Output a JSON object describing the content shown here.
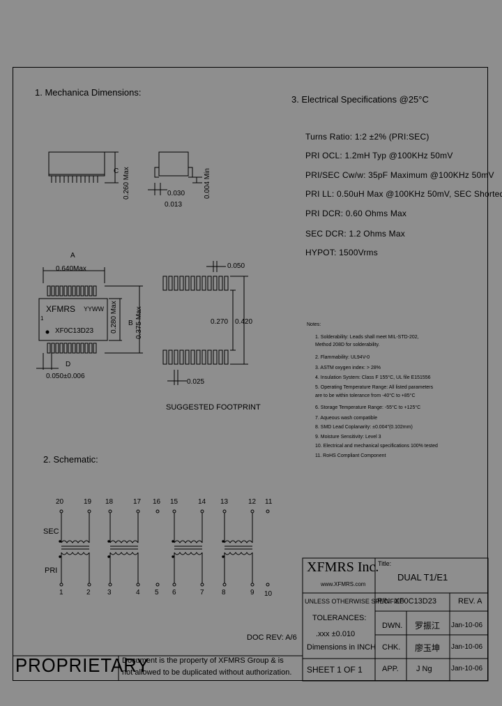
{
  "section1": {
    "title": "1. Mechanica Dimensions:",
    "dims": {
      "c": "C",
      "c_val": "0.260 Max",
      "min_val": "0.004 Min",
      "d030": "0.030",
      "d013": "0.013",
      "a": "A",
      "a_val": "0.640Max",
      "b": "B",
      "b_val": "0.280 Max",
      "b2_val": "0.375 Max",
      "d": "D",
      "d_val": "0.050±0.006",
      "brand": "XFMRS",
      "date": "YYWW",
      "part": "XF0C13D23",
      "pin1": "1"
    }
  },
  "footprint": {
    "w050": "0.050",
    "w270": "0.270",
    "w420": "0.420",
    "w025": "0.025",
    "label": "SUGGESTED FOOTPRINT"
  },
  "section3": {
    "title": "3. Electrical Specifications @25°C",
    "specs": [
      "Turns Ratio: 1:2 ±2% (PRI:SEC)",
      "PRI OCL: 1.2mH Typ @100KHz 50mV",
      "PRI/SEC Cw/w: 35pF Maximum @100KHz 50mV",
      "PRI LL: 0.50uH Max @100KHz 50mV, SEC Shorted",
      "PRI DCR: 0.60 Ohms Max",
      "SEC DCR: 1.2 Ohms Max",
      "HYPOT: 1500Vrms"
    ]
  },
  "notes": {
    "title": "Notes:",
    "items": [
      "1. Solderability: Leads shall meet MIL-STD-202,",
      "    Method 208D for solderability.",
      "2. Flammability: UL94V-0",
      "3. ASTM oxygen index: > 28%",
      "4. Insulation System: Class F 155°C, UL file E151556",
      "5. Operating Temperature Range: All listed parameters",
      "    are to be within tolerance from -40°C to +85°C",
      "6. Storage Temperature Range: -55°C to +125°C",
      "7. Aqueous wash compatible",
      "8. SMD Lead Coplanarity: ±0.004\"(0.102mm)",
      "9. Moisture Sensitivity: Level 3",
      "10. Electrical and mechanical specifications 100% tested",
      "11. RoHS Compliant Component"
    ]
  },
  "section2": {
    "title": "2. Schematic:",
    "top_pins": [
      "20",
      "19",
      "18",
      "17",
      "16",
      "15",
      "14",
      "13",
      "12",
      "11"
    ],
    "bottom_pins": [
      "1",
      "2",
      "3",
      "4",
      "5",
      "6",
      "7",
      "8",
      "9",
      "10"
    ],
    "sec": "SEC",
    "pri": "PRI"
  },
  "doc_rev": "DOC REV: A/6",
  "proprietary": {
    "label": "PROPRIETARY",
    "text1": "Document is the property of XFMRS Group & is",
    "text2": "not allowed to be duplicated without authorization."
  },
  "title_block": {
    "company": "XFMRS Inc.",
    "web": "www.XFMRS.com",
    "title_label": "Title:",
    "title": "DUAL T1/E1",
    "unless": "UNLESS OTHERWISE SPECIFIED",
    "tolerances": "TOLERANCES:",
    "tol_val": ".xxx ±0.010",
    "dims_in": "Dimensions in INCH",
    "pn": "P/N: XF0C13D23",
    "rev": "REV. A",
    "dwn": "DWN.",
    "dwn_name": "罗振江",
    "dwn_date": "Jan-10-06",
    "chk": "CHK.",
    "chk_name": "廖玉坤",
    "chk_date": "Jan-10-06",
    "app": "APP.",
    "app_name": "J Ng",
    "app_date": "Jan-10-06",
    "sheet": "SHEET 1 OF 1"
  }
}
